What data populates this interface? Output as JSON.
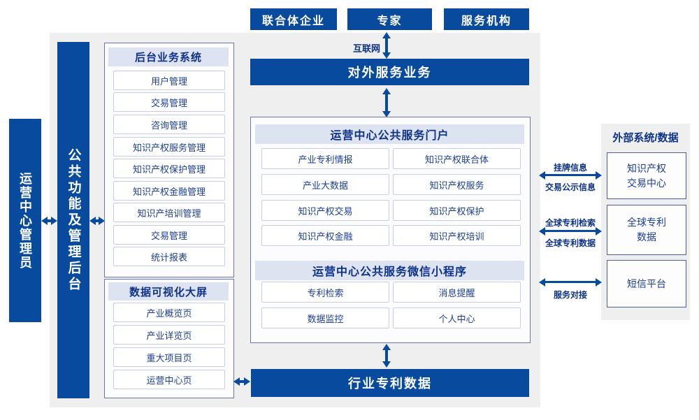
{
  "colors": {
    "accent_blue": "#084a9d",
    "panel_gray": "#efeff0",
    "strip_lavender": "#dee3f2",
    "header_text": "#0d3287",
    "item_text": "#1a3d96"
  },
  "actors": {
    "items": [
      "联合体企业",
      "专家",
      "服务机构"
    ]
  },
  "network_label": "互联网",
  "external_service_bar": "对外服务业务",
  "admin_bar": "运营中心管理员",
  "backend_bar": "公共功能及管理后台",
  "backend": {
    "title": "后台业务系统",
    "items": [
      "用户管理",
      "交易管理",
      "咨询管理",
      "知识产权服务管理",
      "知识产权保护管理",
      "知识产权金融管理",
      "知识产培训管理",
      "交易管理",
      "统计报表"
    ]
  },
  "dashboard": {
    "title": "数据可视化大屏",
    "items": [
      "产业概览页",
      "产业详览页",
      "重大项目页",
      "运营中心页"
    ]
  },
  "portal": {
    "title": "运营中心公共服务门户",
    "left_items": [
      "产业专利情报",
      "产业大数据",
      "知识产权交易",
      "知识产权金融"
    ],
    "right_items": [
      "知识产权联合体",
      "知识产权服务",
      "知识产权保护",
      "知识产权培训"
    ]
  },
  "miniprogram": {
    "title": "运营中心公共服务微信小程序",
    "left_items": [
      "专利检索",
      "数据监控"
    ],
    "right_items": [
      "消息提醒",
      "个人中心"
    ]
  },
  "industry_bar": "行业专利数据",
  "external": {
    "title": "外部系统/数据",
    "boxes": [
      "知识产权\n交易中心",
      "全球专利\n数据",
      "短信平台"
    ]
  },
  "links": {
    "listing_info": "挂牌信息",
    "transaction_publicity": "交易公示信息",
    "global_patent_search": "全球专利检索",
    "global_patent_data": "全球专利数据",
    "service_connection": "服务对接"
  }
}
